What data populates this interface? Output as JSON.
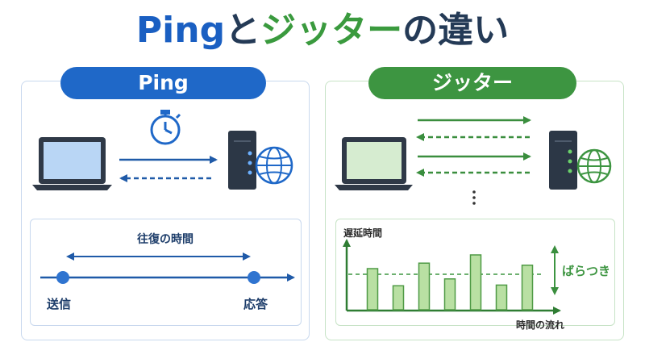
{
  "title": {
    "part1": "Ping",
    "part2": "と",
    "part3": "ジッター",
    "part4": "の違い"
  },
  "ping": {
    "header": "Ping",
    "round_trip_label": "往復の時間",
    "send_label": "送信",
    "reply_label": "応答"
  },
  "jitter": {
    "header": "ジッター",
    "y_axis_label": "遅延時間",
    "x_axis_label": "時間の流れ",
    "variance_label": "ばらつき",
    "chart_data": {
      "type": "bar",
      "categories": [
        "",
        "",
        "",
        "",
        "",
        "",
        ""
      ],
      "values": [
        0.6,
        0.35,
        0.68,
        0.45,
        0.8,
        0.36,
        0.65
      ],
      "grid": false
    }
  },
  "colors": {
    "blue": "#1f68c8",
    "navy": "#243a56",
    "green": "#3d9541",
    "bar_fill": "#b9e0a3"
  }
}
